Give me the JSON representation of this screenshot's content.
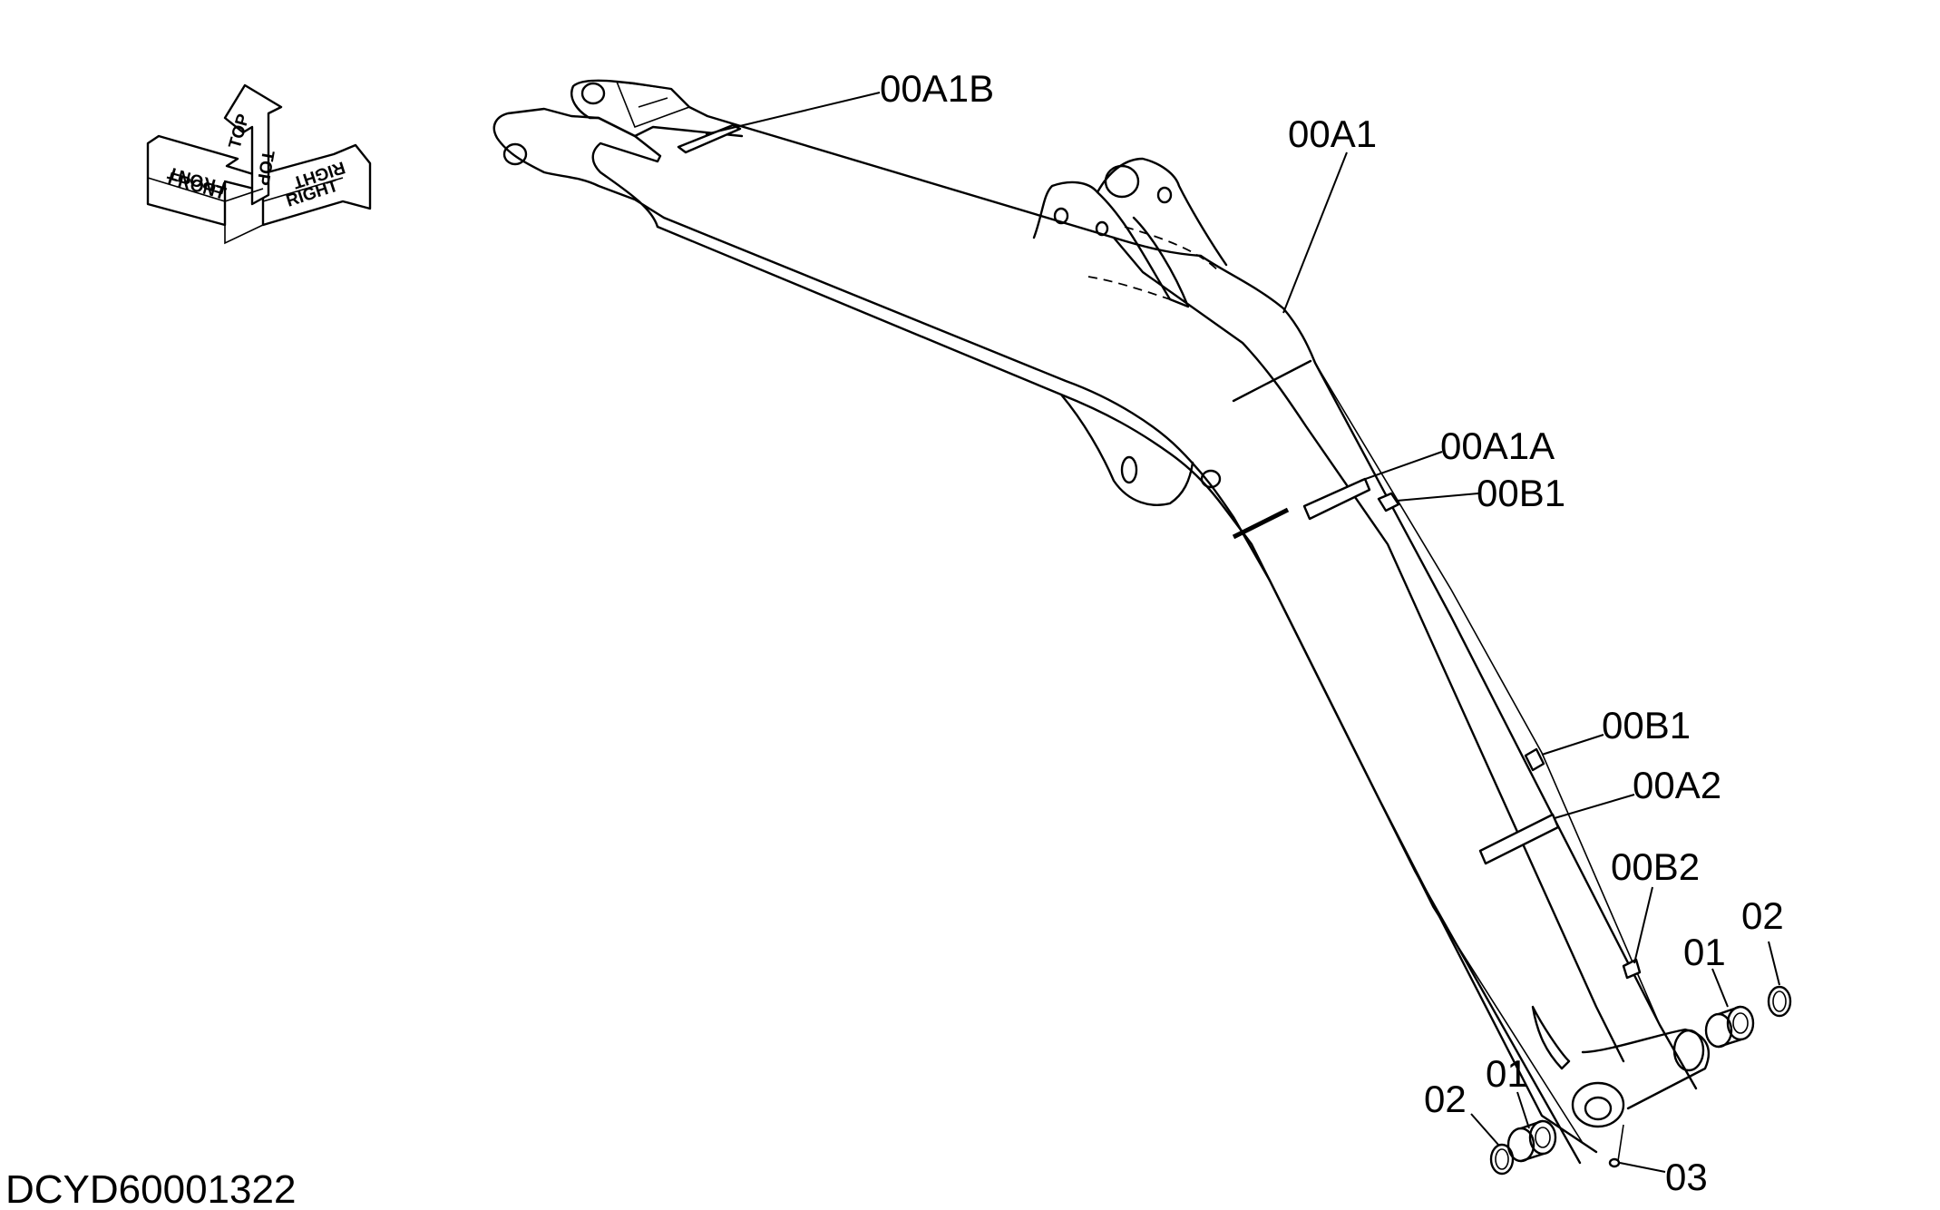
{
  "document_id": "DCYD60001322",
  "orientation": {
    "front": "FRONT",
    "top": "TOP",
    "right": "RIGHT"
  },
  "labels": {
    "boom": "00A1",
    "boom_tip_plate": "00A1B",
    "bracket_plate": "00A1A",
    "bracket_upper": "00B1",
    "bracket_lower": "00B1",
    "pipe_clamp_plate": "00A2",
    "clamp_block": "00B2",
    "bushing_left": "01",
    "bushing_right": "01",
    "seal_left": "02",
    "seal_right": "02",
    "grease_fitting": "03"
  }
}
